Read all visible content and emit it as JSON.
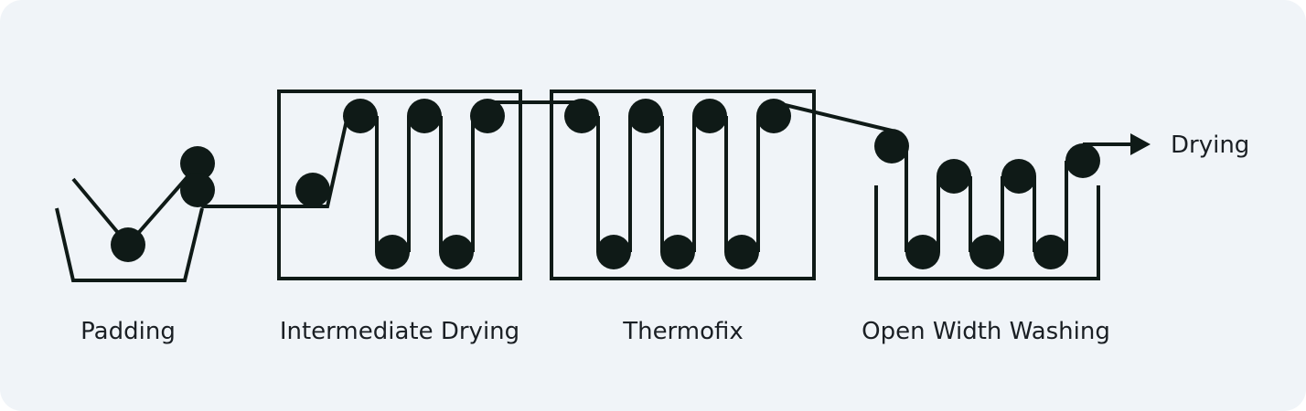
{
  "stages": [
    {
      "label": "Padding"
    },
    {
      "label": "Intermediate Drying"
    },
    {
      "label": "Thermofix"
    },
    {
      "label": "Open Width Washing"
    }
  ],
  "output_label": "Drying",
  "colors": {
    "ink": "#0f1a17",
    "background": "#f0f4f8",
    "text": "#1a1f24"
  }
}
